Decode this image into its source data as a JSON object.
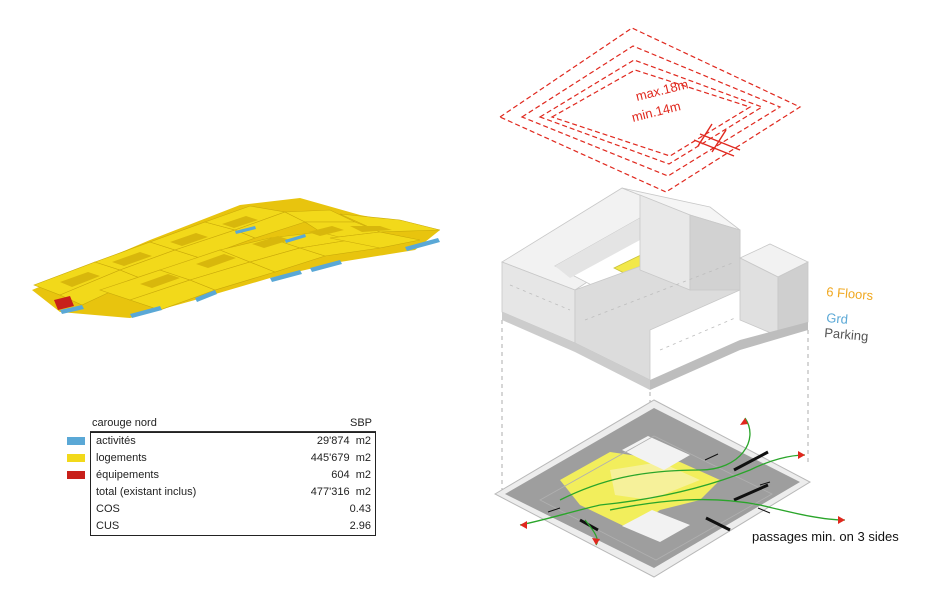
{
  "table": {
    "title": "carouge nord",
    "unit_header": "SBP",
    "rows": [
      {
        "label": "activités",
        "value": "29'874",
        "unit": "m2",
        "swatch": "#5aa8d6"
      },
      {
        "label": "logements",
        "value": "445'679",
        "unit": "m2",
        "swatch": "#f2d91a"
      },
      {
        "label": "équipements",
        "value": "604",
        "unit": "m2",
        "swatch": "#c8201a"
      },
      {
        "label": "total (existant inclus)",
        "value": "477'316",
        "unit": "m2",
        "swatch": ""
      },
      {
        "label": "COS",
        "value": "0.43",
        "unit": "",
        "swatch": ""
      },
      {
        "label": "CUS",
        "value": "2.96",
        "unit": "",
        "swatch": ""
      }
    ]
  },
  "diagram": {
    "height_max": "max.18m",
    "height_min": "min.14m",
    "floors_label": "6 Floors",
    "grd_label": "Grd",
    "parking_label": "Parking",
    "passages_label": "passages min. on 3 sides"
  },
  "colors": {
    "housing": "#f2d91a",
    "activities": "#5aa8d6",
    "equipment": "#c8201a",
    "dashed": "#e0281e",
    "arrows": "#2aa52a"
  }
}
